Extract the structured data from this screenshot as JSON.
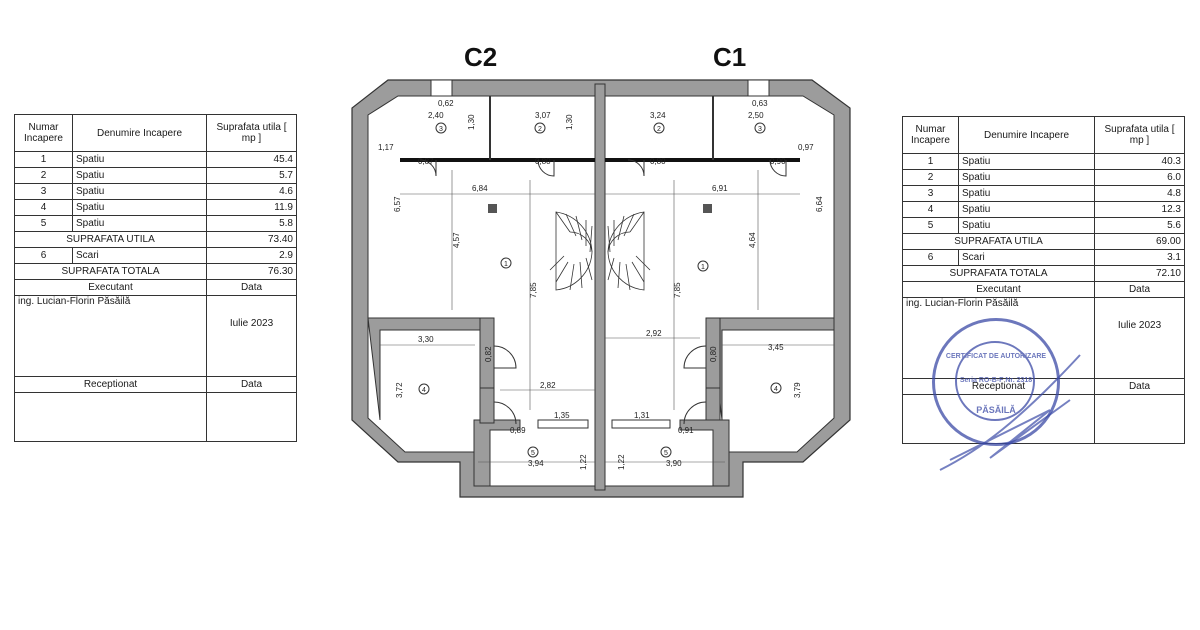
{
  "labels": {
    "left_unit": "C2",
    "right_unit": "C1"
  },
  "left_table": {
    "headers": [
      "Numar Incapere",
      "Denumire Incapere",
      "Suprafata utila [ mp ]"
    ],
    "rooms": [
      {
        "no": "1",
        "name": "Spatiu",
        "area": "45.4"
      },
      {
        "no": "2",
        "name": "Spatiu",
        "area": "5.7"
      },
      {
        "no": "3",
        "name": "Spatiu",
        "area": "4.6"
      },
      {
        "no": "4",
        "name": "Spatiu",
        "area": "11.9"
      },
      {
        "no": "5",
        "name": "Spatiu",
        "area": "5.8"
      }
    ],
    "useful_label": "SUPRAFATA UTILA",
    "useful_value": "73.40",
    "stairs": {
      "no": "6",
      "name": "Scari",
      "area": "2.9"
    },
    "total_label": "SUPRAFATA TOTALA",
    "total_value": "76.30",
    "executant_label": "Executant",
    "date_label": "Data",
    "engineer": "ing. Lucian-Florin Păsăilă",
    "date_value": "Iulie 2023",
    "received_label": "Receptionat",
    "received_date_label": "Data"
  },
  "right_table": {
    "headers": [
      "Numar Incapere",
      "Denumire Incapere",
      "Suprafata utila [ mp ]"
    ],
    "rooms": [
      {
        "no": "1",
        "name": "Spatiu",
        "area": "40.3"
      },
      {
        "no": "2",
        "name": "Spatiu",
        "area": "6.0"
      },
      {
        "no": "3",
        "name": "Spatiu",
        "area": "4.8"
      },
      {
        "no": "4",
        "name": "Spatiu",
        "area": "12.3"
      },
      {
        "no": "5",
        "name": "Spatiu",
        "area": "5.6"
      }
    ],
    "useful_label": "SUPRAFATA UTILA",
    "useful_value": "69.00",
    "stairs": {
      "no": "6",
      "name": "Scari",
      "area": "3.1"
    },
    "total_label": "SUPRAFATA TOTALA",
    "total_value": "72.10",
    "executant_label": "Executant",
    "date_label": "Data",
    "engineer": "ing. Lucian-Florin Păsăilă",
    "date_value": "Iulie 2023",
    "received_label": "Receptionat",
    "received_date_label": "Data"
  },
  "stamp": {
    "top": "CERTIFICAT DE AUTORIZARE",
    "series": "Seria RO-B-F Nr. 2318",
    "name": "PĂSĂILĂ"
  },
  "plan_dims": {
    "left": {
      "d062": "0,62",
      "d240": "2,40",
      "d130": "1,30",
      "d307": "3,07",
      "d130b": "1,30",
      "d117": "1,17",
      "d087": "0,87",
      "d080": "0,80",
      "d684": "6,84",
      "d657": "6,57",
      "d457": "4,57",
      "d785": "7,85",
      "d330": "3,30",
      "d082": "0,82",
      "d372": "3,72",
      "d282": "2,82",
      "d135": "1,35",
      "d089": "0,89",
      "d394": "3,94",
      "d122": "1,22"
    },
    "right": {
      "d063": "0,63",
      "d250": "2,50",
      "d324": "3,24",
      "d097": "0,97",
      "d080": "0,80",
      "d090": "0,90",
      "d691": "6,91",
      "d664": "6,64",
      "d464": "4,64",
      "d785": "7,85",
      "d292": "2,92",
      "d080b": "0,80",
      "d345": "3,45",
      "d379": "3,79",
      "d131": "1,31",
      "d091": "0,91",
      "d390": "3,90",
      "d122": "1,22"
    },
    "rooms_left": [
      "1",
      "2",
      "3",
      "4",
      "5"
    ],
    "rooms_right": [
      "1",
      "2",
      "3",
      "4",
      "5"
    ]
  }
}
